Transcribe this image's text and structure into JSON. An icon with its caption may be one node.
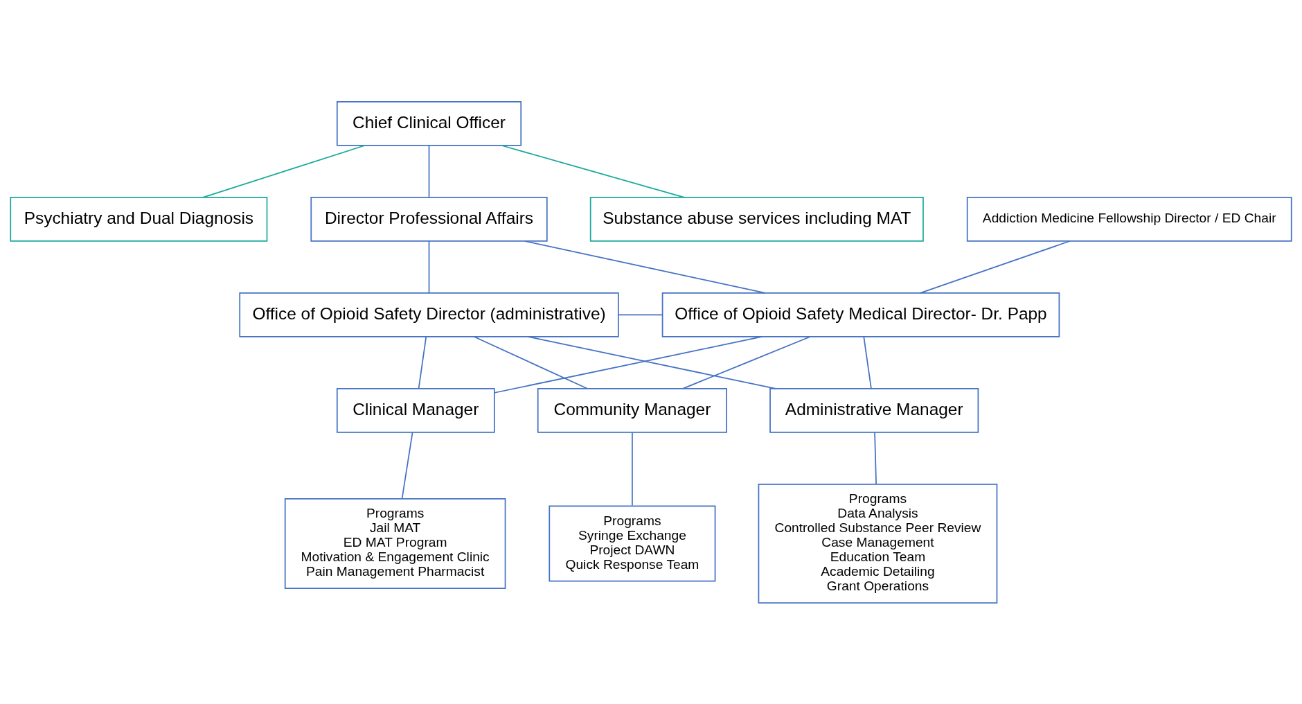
{
  "diagram": {
    "nodes": [
      {
        "text": [
          "Chief Clinical Officer"
        ]
      },
      {
        "text": [
          "Psychiatry and Dual Diagnosis"
        ]
      },
      {
        "text": [
          "Substance abuse services including MAT"
        ]
      },
      {
        "text": [
          "Addiction Medicine Fellowship Director / ED Chair"
        ]
      },
      {
        "text": [
          "Director Professional Affairs"
        ]
      },
      {
        "text": [
          "Office of Opioid Safety Director (administrative)"
        ]
      },
      {
        "text": [
          "Office of Opioid Safety Medical Director- Dr. Papp"
        ]
      },
      {
        "text": [
          "Clinical Manager"
        ]
      },
      {
        "text": [
          "Community Manager"
        ]
      },
      {
        "text": [
          "Administrative Manager"
        ]
      },
      {
        "text": [
          "Programs",
          "Jail MAT",
          "ED MAT Program",
          "Motivation & Engagement Clinic",
          "Pain Management Pharmacist"
        ]
      },
      {
        "text": [
          "Programs",
          "Syringe Exchange",
          "Project DAWN",
          "Quick Response Team"
        ]
      },
      {
        "text": [
          "Programs",
          "Data Analysis",
          "Controlled Substance Peer Review",
          "Case Management",
          "Education Team",
          "Academic Detailing",
          "Grant Operations"
        ]
      }
    ],
    "edges": [
      {
        "from": 0,
        "to": 1,
        "arrow": "none",
        "color": "#1aa99a"
      },
      {
        "from": 0,
        "to": 2,
        "arrow": "none",
        "color": "#1aa99a"
      },
      {
        "from": 0,
        "to": 4,
        "arrow": "none"
      },
      {
        "from": 3,
        "to": 6,
        "arrow": "none"
      },
      {
        "from": 4,
        "to": 5,
        "arrow": "none"
      },
      {
        "from": 4,
        "to": 6,
        "arrow": "none"
      },
      {
        "from": 5,
        "to": 6,
        "arrow": "none"
      },
      {
        "from": 5,
        "to": 7,
        "arrow": "none"
      },
      {
        "from": 5,
        "to": 8,
        "arrow": "none"
      },
      {
        "from": 5,
        "to": 9,
        "arrow": "none"
      },
      {
        "from": 6,
        "to": 7,
        "arrow": "none"
      },
      {
        "from": 6,
        "to": 8,
        "arrow": "none"
      },
      {
        "from": 6,
        "to": 9,
        "arrow": "none"
      },
      {
        "from": 7,
        "to": 10,
        "arrow": "none"
      },
      {
        "from": 8,
        "to": 11,
        "arrow": "none"
      },
      {
        "from": 9,
        "to": 12,
        "arrow": "none"
      }
    ]
  }
}
